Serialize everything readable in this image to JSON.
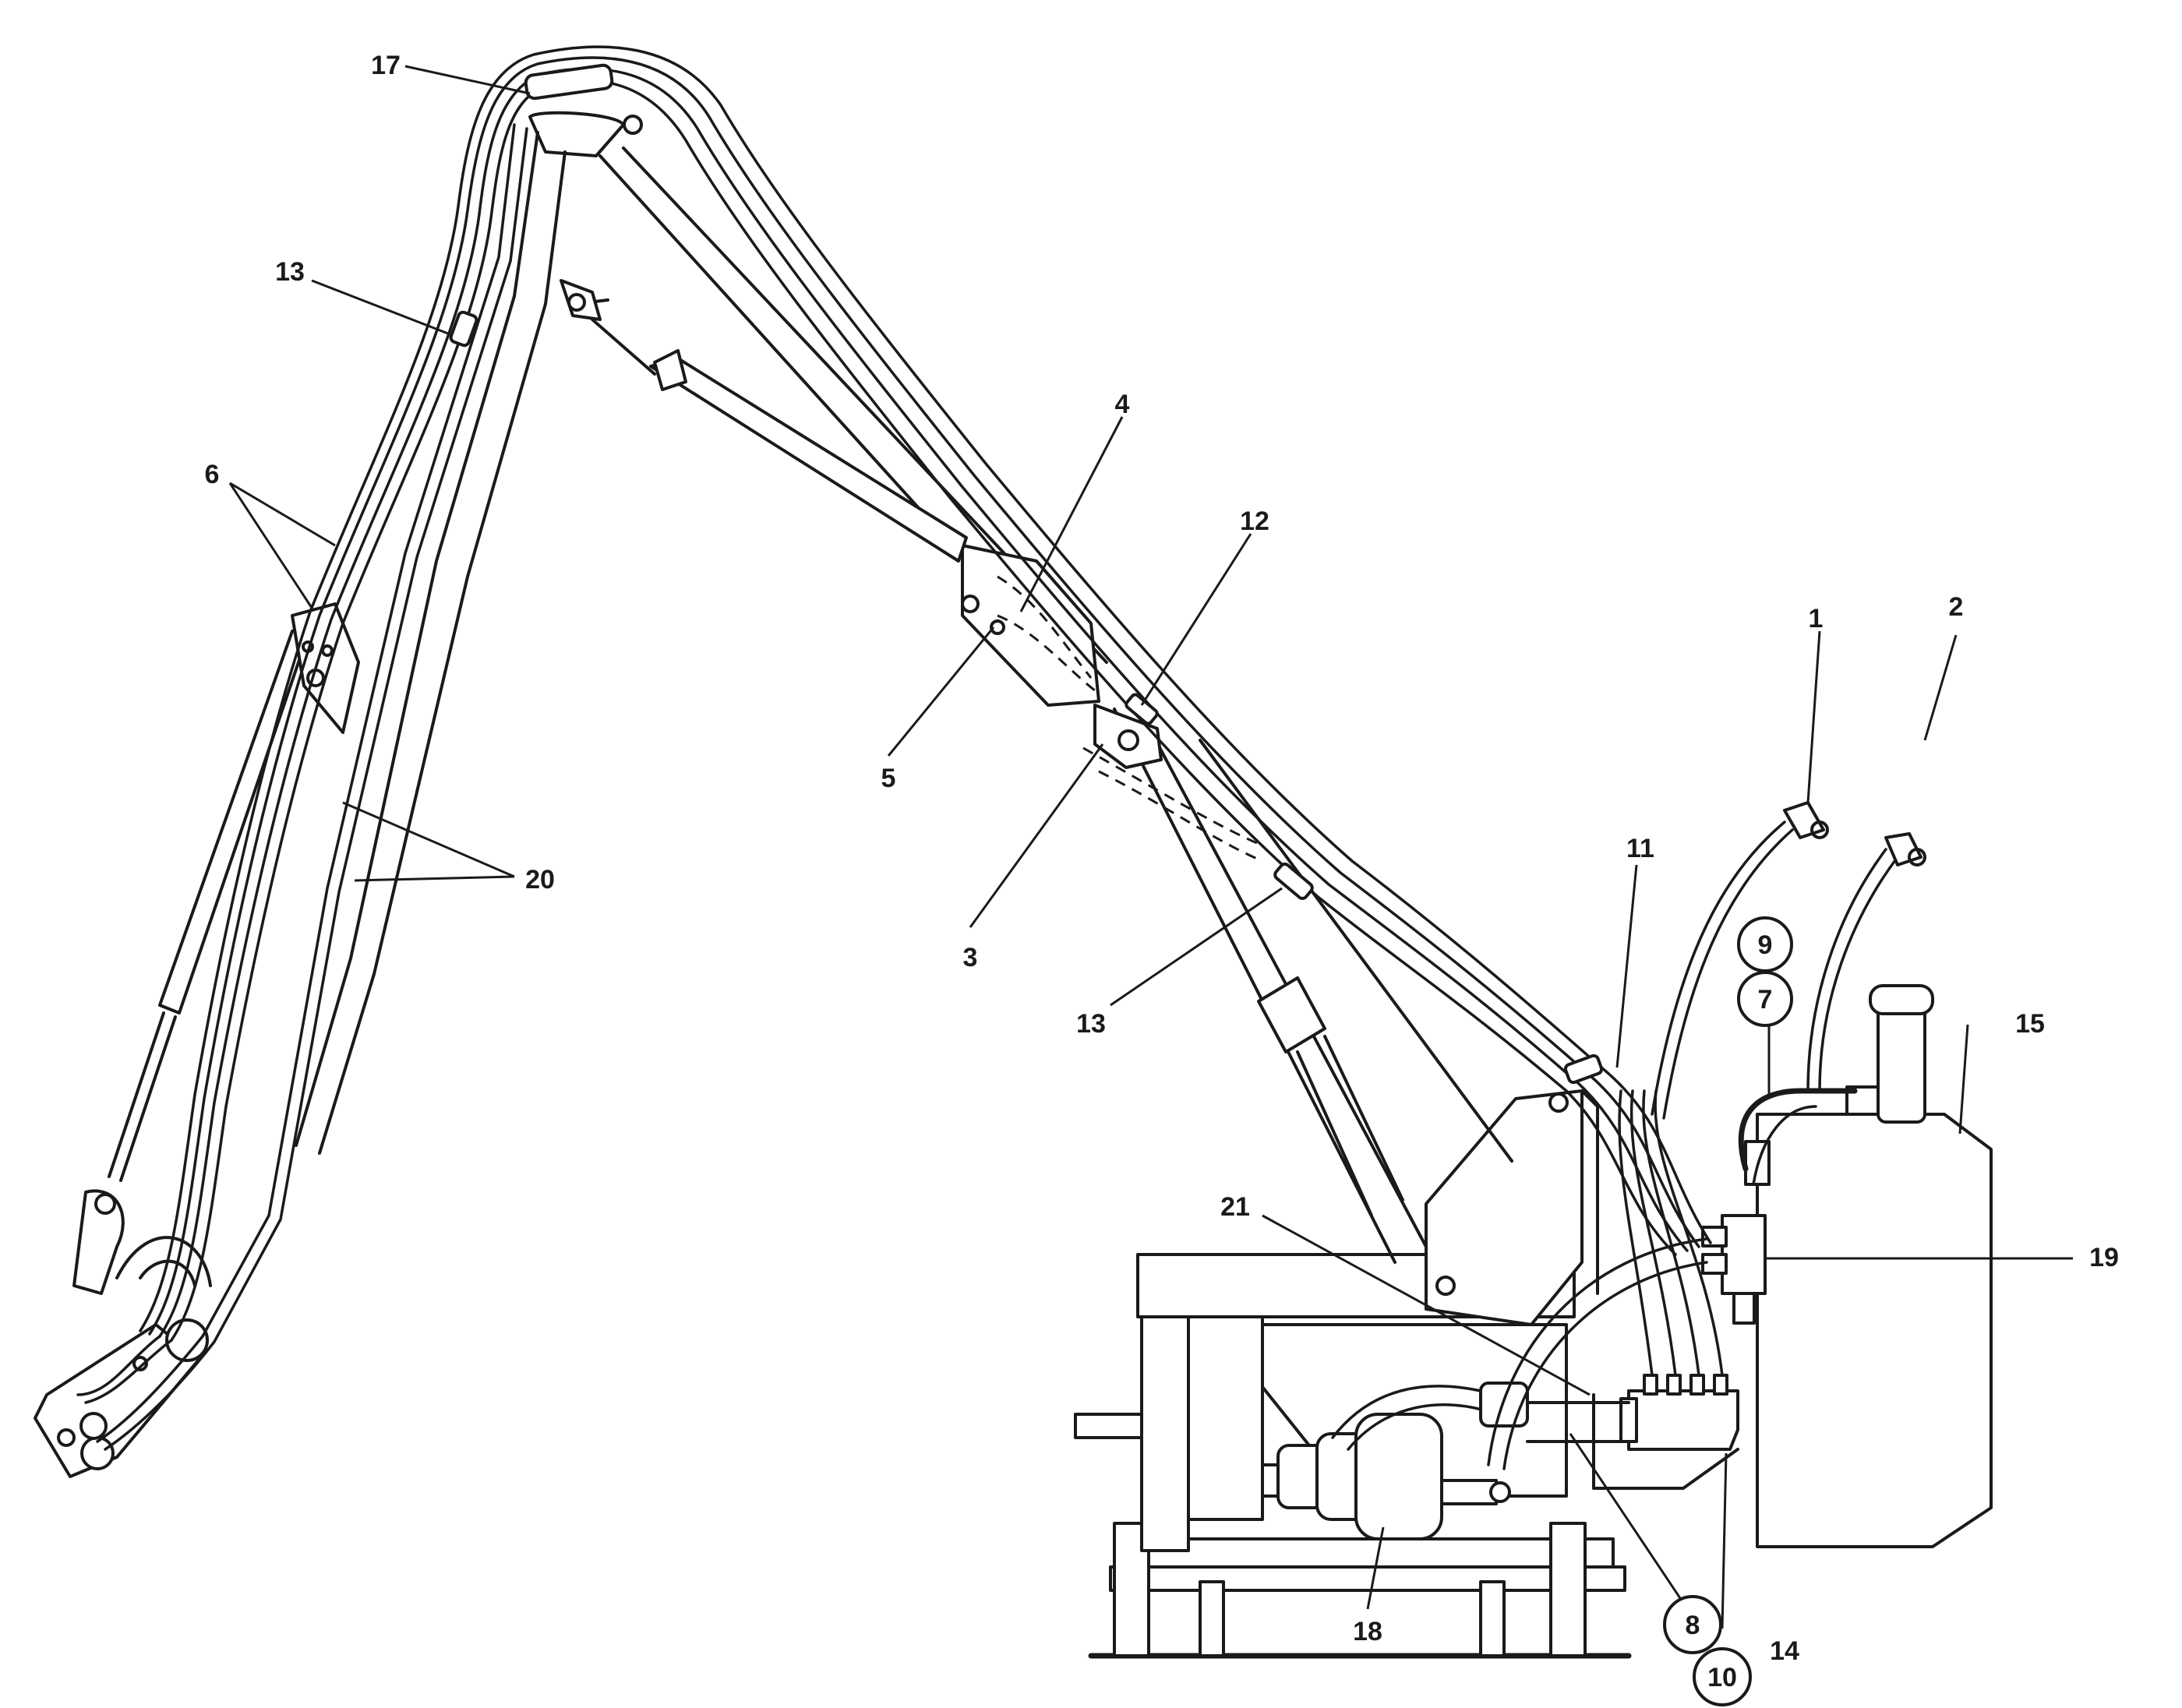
{
  "callouts": {
    "c1": "1",
    "c2": "2",
    "c3": "3",
    "c4": "4",
    "c5": "5",
    "c6": "6",
    "c7": "7",
    "c8": "8",
    "c9": "9",
    "c10": "10",
    "c11": "11",
    "c12": "12",
    "c13a": "13",
    "c13b": "13",
    "c14": "14",
    "c15": "15",
    "c17": "17",
    "c18": "18",
    "c19": "19",
    "c20": "20",
    "c21": "21"
  }
}
